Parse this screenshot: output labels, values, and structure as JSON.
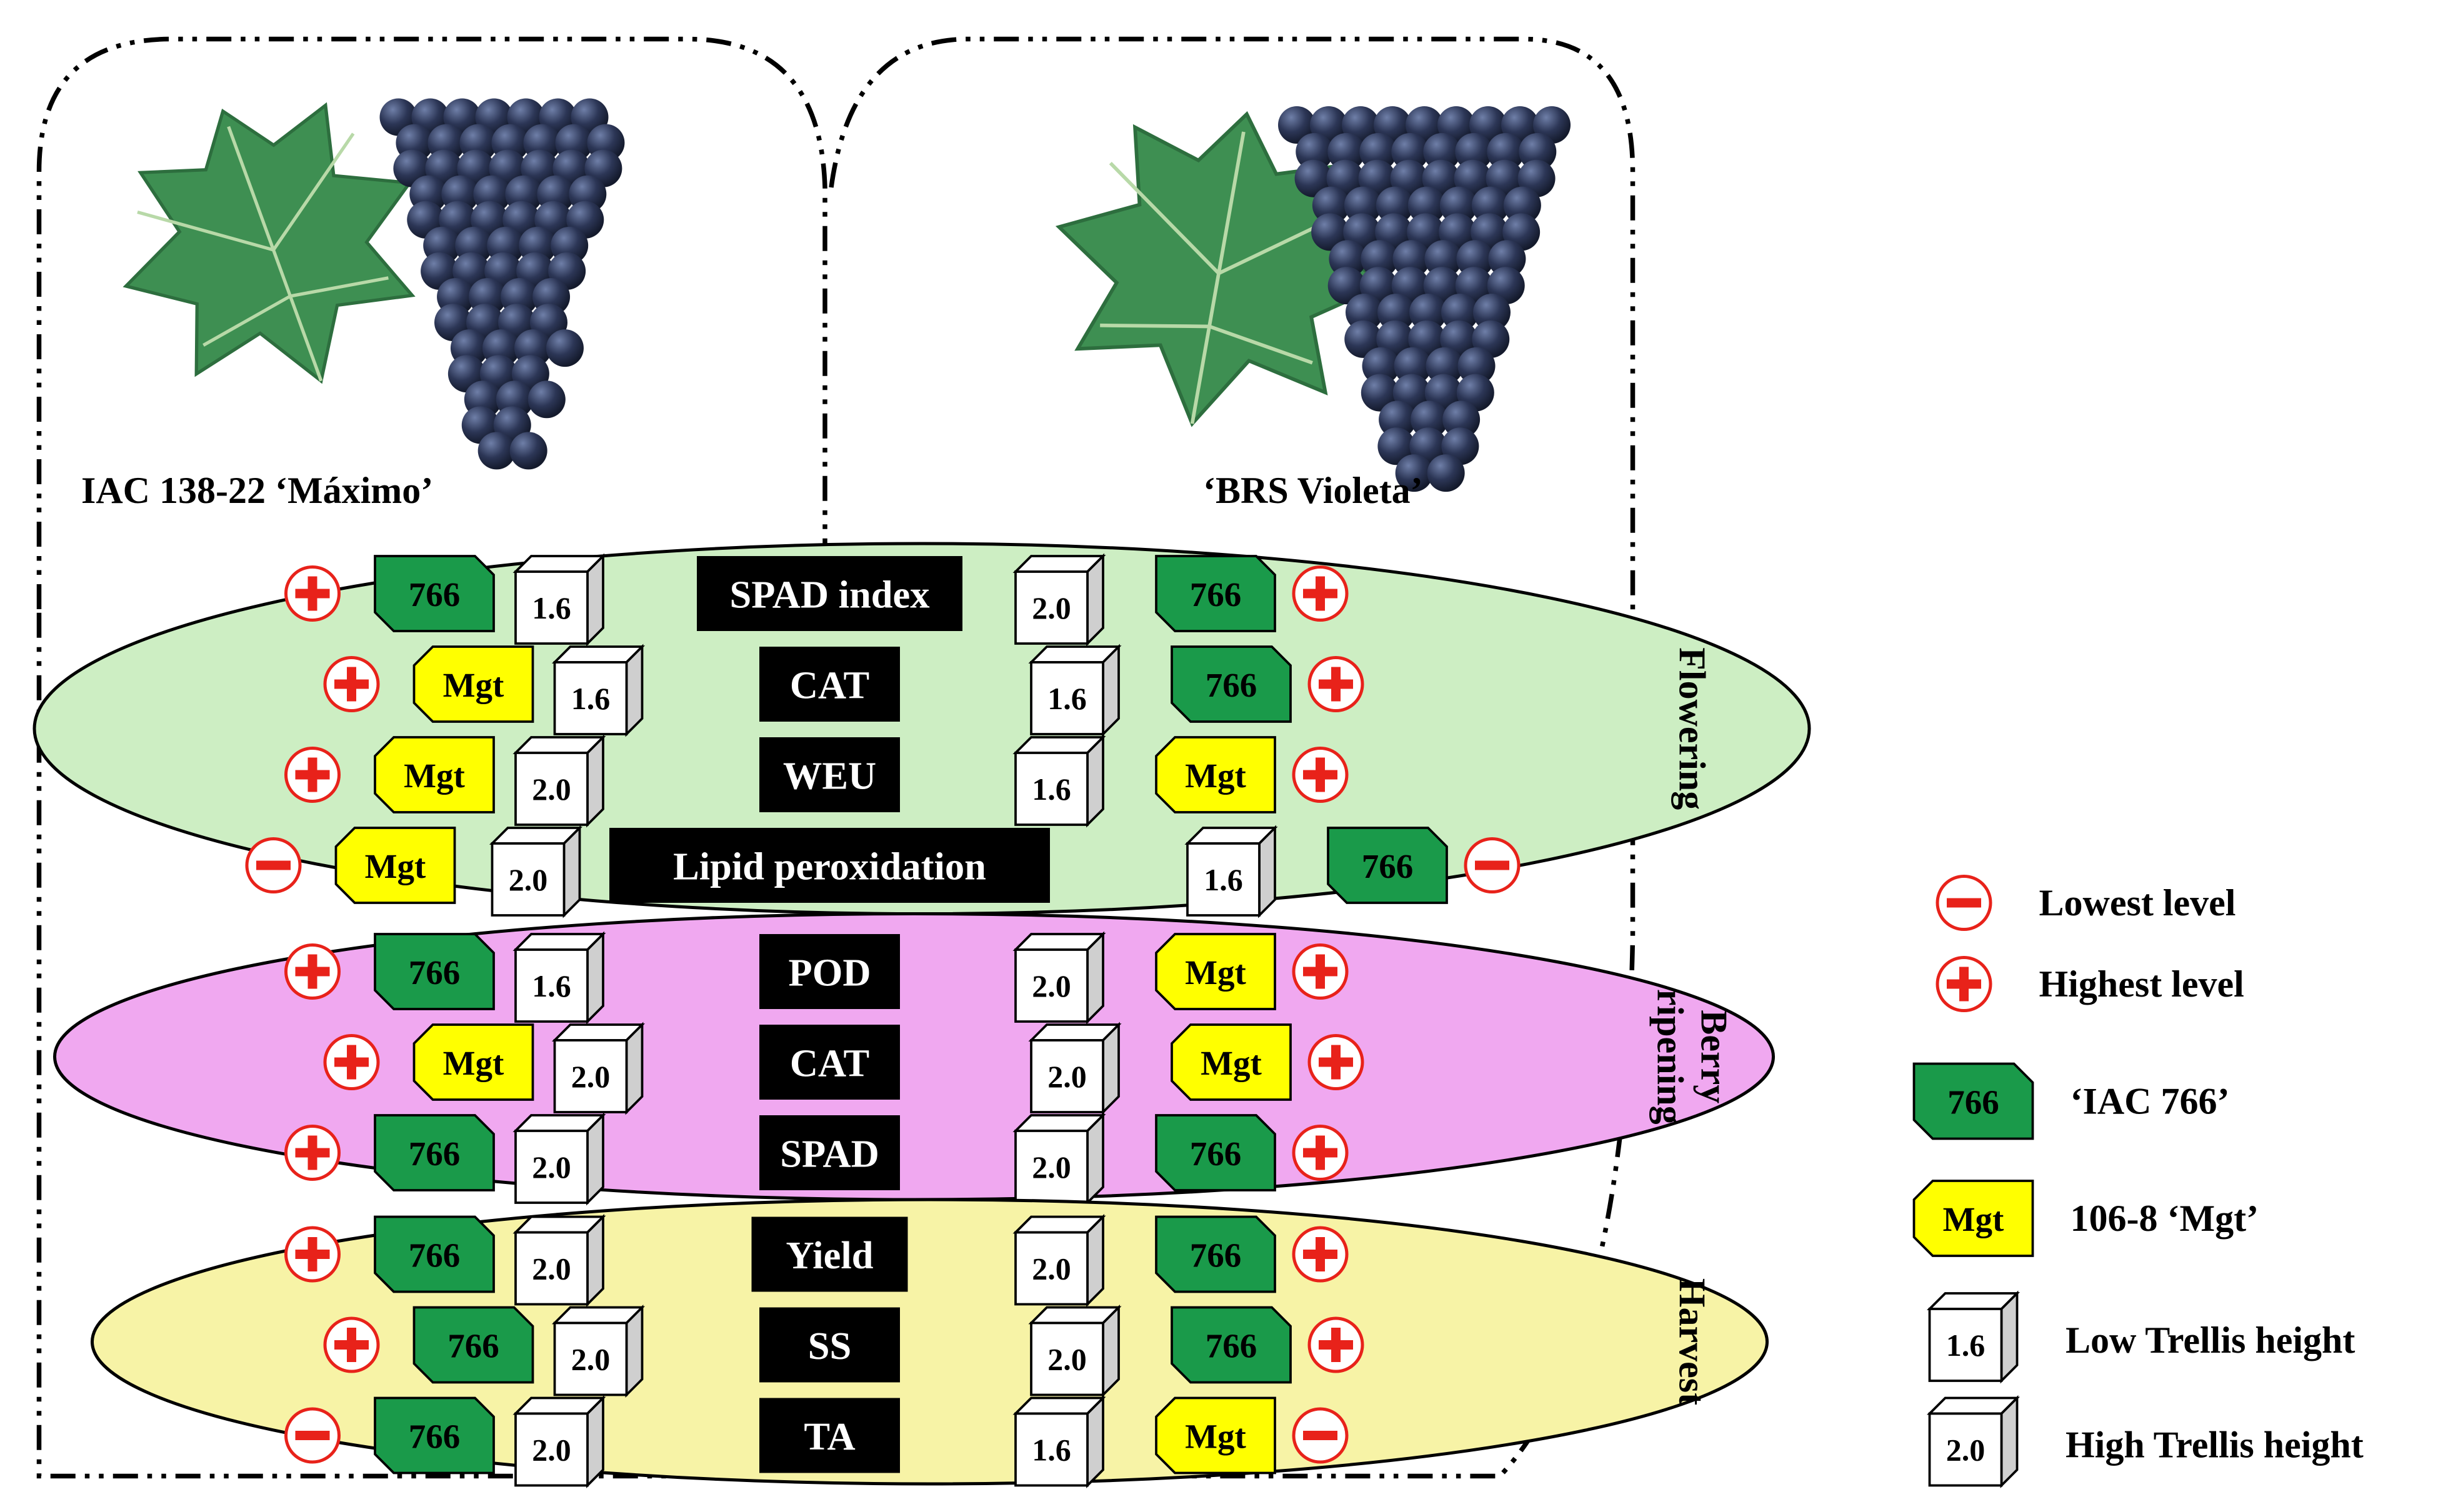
{
  "cultivars": {
    "left": "IAC 138-22 ‘Máximo’",
    "right": "‘BRS Violeta’"
  },
  "stages": [
    {
      "name": "Flowering",
      "color": "#cdeec3",
      "rows": [
        {
          "label": "SPAD index",
          "left": {
            "sign": "+",
            "rootstock": "766",
            "trellis": "1.6"
          },
          "right": {
            "sign": "+",
            "rootstock": "766",
            "trellis": "2.0"
          }
        },
        {
          "label": "CAT",
          "left": {
            "sign": "+",
            "rootstock": "Mgt",
            "trellis": "1.6"
          },
          "right": {
            "sign": "+",
            "rootstock": "766",
            "trellis": "1.6"
          }
        },
        {
          "label": "WEU",
          "left": {
            "sign": "+",
            "rootstock": "Mgt",
            "trellis": "2.0"
          },
          "right": {
            "sign": "+",
            "rootstock": "Mgt",
            "trellis": "1.6"
          }
        },
        {
          "label": "Lipid peroxidation",
          "left": {
            "sign": "-",
            "rootstock": "Mgt",
            "trellis": "2.0"
          },
          "right": {
            "sign": "-",
            "rootstock": "766",
            "trellis": "1.6"
          }
        }
      ]
    },
    {
      "name": "Berry ripening",
      "color": "#f0a8f0",
      "rows": [
        {
          "label": "POD",
          "left": {
            "sign": "+",
            "rootstock": "766",
            "trellis": "1.6"
          },
          "right": {
            "sign": "+",
            "rootstock": "Mgt",
            "trellis": "2.0"
          }
        },
        {
          "label": "CAT",
          "left": {
            "sign": "+",
            "rootstock": "Mgt",
            "trellis": "2.0"
          },
          "right": {
            "sign": "+",
            "rootstock": "Mgt",
            "trellis": "2.0"
          }
        },
        {
          "label": "SPAD",
          "left": {
            "sign": "+",
            "rootstock": "766",
            "trellis": "2.0"
          },
          "right": {
            "sign": "+",
            "rootstock": "766",
            "trellis": "2.0"
          }
        }
      ]
    },
    {
      "name": "Harvest",
      "color": "#f7f3a6",
      "rows": [
        {
          "label": "Yield",
          "left": {
            "sign": "+",
            "rootstock": "766",
            "trellis": "2.0"
          },
          "right": {
            "sign": "+",
            "rootstock": "766",
            "trellis": "2.0"
          }
        },
        {
          "label": "SS",
          "left": {
            "sign": "+",
            "rootstock": "766",
            "trellis": "2.0"
          },
          "right": {
            "sign": "+",
            "rootstock": "766",
            "trellis": "2.0"
          }
        },
        {
          "label": "TA",
          "left": {
            "sign": "-",
            "rootstock": "766",
            "trellis": "2.0"
          },
          "right": {
            "sign": "-",
            "rootstock": "Mgt",
            "trellis": "1.6"
          }
        }
      ]
    }
  ],
  "legend": [
    {
      "kind": "minus",
      "symbol": "",
      "label": "Lowest level"
    },
    {
      "kind": "plus",
      "symbol": "",
      "label": "Highest level"
    },
    {
      "kind": "green-tag",
      "symbol": "766",
      "label": "‘IAC 766’"
    },
    {
      "kind": "yellow-tag",
      "symbol": "Mgt",
      "label": "106-8 ‘Mgt’"
    },
    {
      "kind": "cube",
      "symbol": "1.6",
      "label": "Low Trellis height"
    },
    {
      "kind": "cube",
      "symbol": "2.0",
      "label": "High Trellis height"
    }
  ],
  "colors": {
    "green_tag": "#1a9a4a",
    "yellow_tag": "#ffff00",
    "sign_red": "#e8221a",
    "label_box": "#000000",
    "leaf": "#3e8f52",
    "grape": "#2a3450"
  }
}
